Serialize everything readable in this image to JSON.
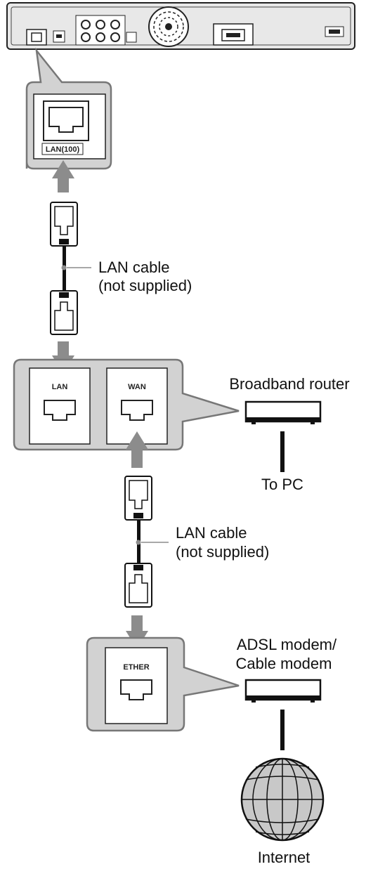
{
  "device_ports": {
    "lan100_label": "LAN(100)"
  },
  "cable_top": {
    "line1": "LAN cable",
    "line2": "(not supplied)"
  },
  "router": {
    "label": "Broadband router",
    "port_lan": "LAN",
    "port_wan": "WAN",
    "to_pc": "To PC"
  },
  "cable_bottom": {
    "line1": "LAN cable",
    "line2": "(not supplied)"
  },
  "modem": {
    "label_line1": "ADSL modem/",
    "label_line2": "Cable modem",
    "port_ether": "ETHER"
  },
  "internet": {
    "label": "Internet"
  },
  "colors": {
    "callout_fill": "#d2d2d2",
    "callout_stroke": "#777777",
    "arrow": "#8c8c8c",
    "line": "#111111"
  }
}
